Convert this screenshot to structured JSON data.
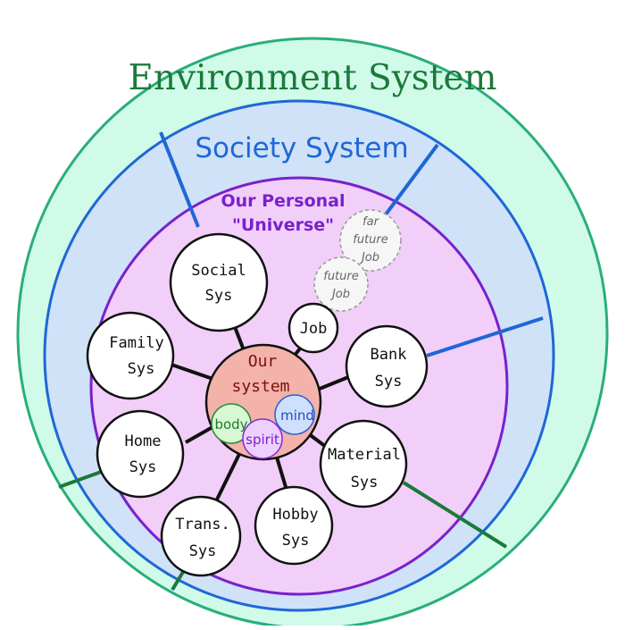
{
  "environment": {
    "title": "Environment System",
    "fill": "#d0fbe9",
    "stroke": "#2aae7a",
    "accent": "#1b7a3a"
  },
  "society": {
    "title": "Society System",
    "fill": "#cfe2f8",
    "stroke": "#1f67d6"
  },
  "universe": {
    "title_line1": "Our Personal",
    "title_line2": "\"Universe\"",
    "fill": "#f1cff8",
    "stroke": "#7a20cc"
  },
  "center": {
    "label_line1": "Our",
    "label_line2": "system",
    "fill": "#f3b3aa",
    "parts": {
      "body": {
        "label": "body",
        "fill": "#d9f7d2",
        "stroke": "#2a8a3a",
        "text": "#1f7a2f"
      },
      "mind": {
        "label": "mind",
        "fill": "#cfe0ff",
        "stroke": "#2a62d6",
        "text": "#1f4fc8"
      },
      "spirit": {
        "label": "spirit",
        "fill": "#eed0ff",
        "stroke": "#8a2ad6",
        "text": "#7a20cc"
      }
    }
  },
  "systems": {
    "social": {
      "line1": "Social",
      "line2": "Sys"
    },
    "family": {
      "line1": "Family",
      "line2": "Sys"
    },
    "home": {
      "line1": "Home",
      "line2": "Sys"
    },
    "trans": {
      "line1": "Trans.",
      "line2": "Sys"
    },
    "hobby": {
      "line1": "Hobby",
      "line2": "Sys"
    },
    "material": {
      "line1": "Material",
      "line2": "Sys"
    },
    "bank": {
      "line1": "Bank",
      "line2": "Sys"
    },
    "job": {
      "label": "Job"
    }
  },
  "future_jobs": {
    "future": {
      "line1": "future",
      "line2": "Job"
    },
    "far_future": {
      "line1": "far",
      "line2": "future",
      "line3": "Job"
    }
  }
}
